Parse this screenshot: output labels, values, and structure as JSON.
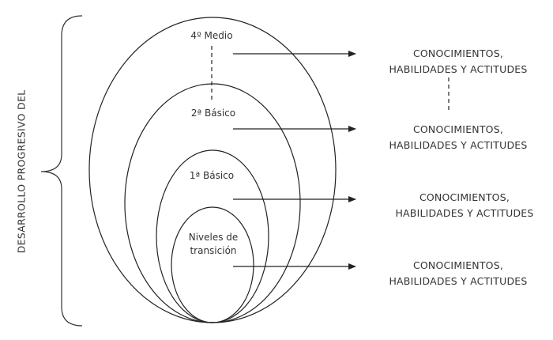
{
  "side_label": "DESARROLLO PROGRESIVO DEL",
  "levels": [
    {
      "label": "4º Medio"
    },
    {
      "label": "2ª Básico"
    },
    {
      "label": "1ª Básico"
    },
    {
      "label_line1": "Niveles de",
      "label_line2": "transición"
    }
  ],
  "outcomes": [
    {
      "line1": "CONOCIMIENTOS,",
      "line2": "HABILIDADES Y ACTITUDES"
    },
    {
      "line1": "CONOCIMIENTOS,",
      "line2": "HABILIDADES Y ACTITUDES"
    },
    {
      "line1": "CONOCIMIENTOS,",
      "line2": "HABILIDADES Y ACTITUDES"
    },
    {
      "line1": "CONOCIMIENTOS,",
      "line2": "HABILIDADES Y ACTITUDES"
    }
  ]
}
